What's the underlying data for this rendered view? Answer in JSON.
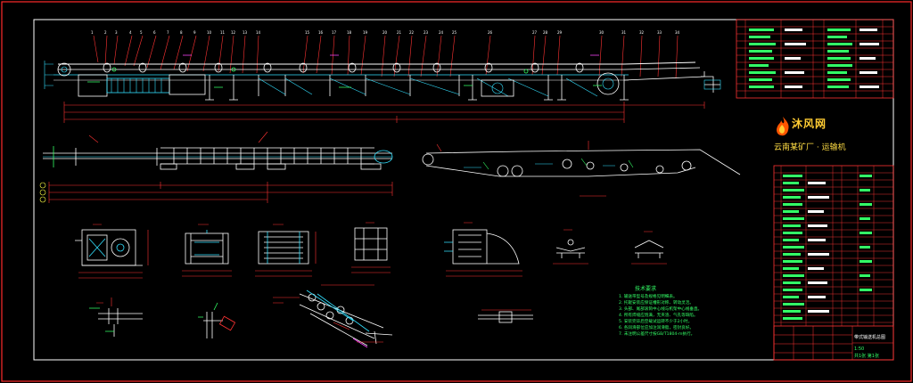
{
  "drawing": {
    "background": "#000000",
    "frame_color": "#ff2a2a",
    "line_colors": {
      "white": "#ffffff",
      "cyan": "#33e0ff",
      "green": "#33ff66",
      "red": "#ff3333",
      "magenta": "#ff44ff",
      "yellow": "#ffff44"
    }
  },
  "logo": {
    "title": "沐风网",
    "subtitle": "云南某矿厂 · 运输机",
    "colors": {
      "flame": "#ff5500",
      "text": "#ffcc33"
    }
  },
  "notes": {
    "heading": "技术要求",
    "lines": [
      "1. 输送带型号及规格见明细表。",
      "2. 托辊安装应保证槽形对称、转动灵活。",
      "3. 头部、尾部滚筒中心线与机架中心线垂直。",
      "4. 所有焊缝应饱满，无夹渣、气孔等缺陷。",
      "5. 安装完毕后空载试运转不少于2小时。",
      "6. 各润滑部位应加注润滑脂，密封良好。",
      "7. 未注明公差尺寸按GB/T1804-m执行。"
    ]
  },
  "title_block": {
    "title": "带式输送机总图",
    "scale": "1:50",
    "sheet": "共1张 第1张"
  }
}
